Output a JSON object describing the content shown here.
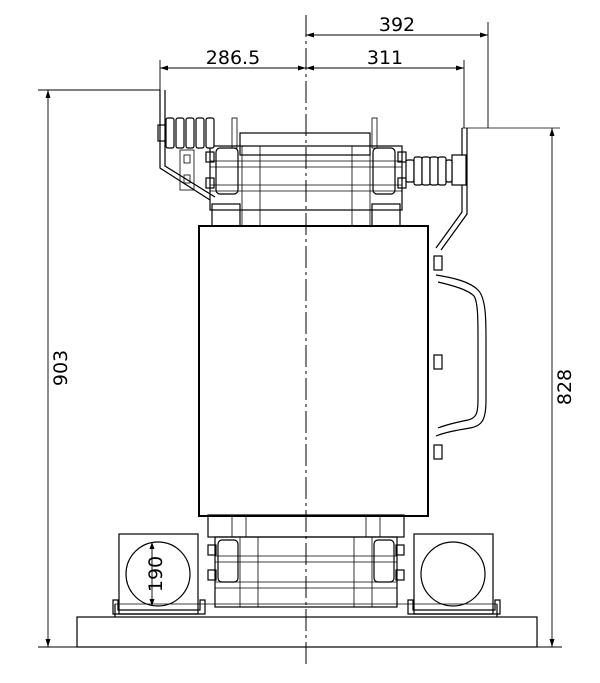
{
  "dimensions": {
    "top_width": "392",
    "left_width": "286.5",
    "right_width": "311",
    "left_height": "903",
    "right_height": "828",
    "wheel_diameter": "190"
  }
}
